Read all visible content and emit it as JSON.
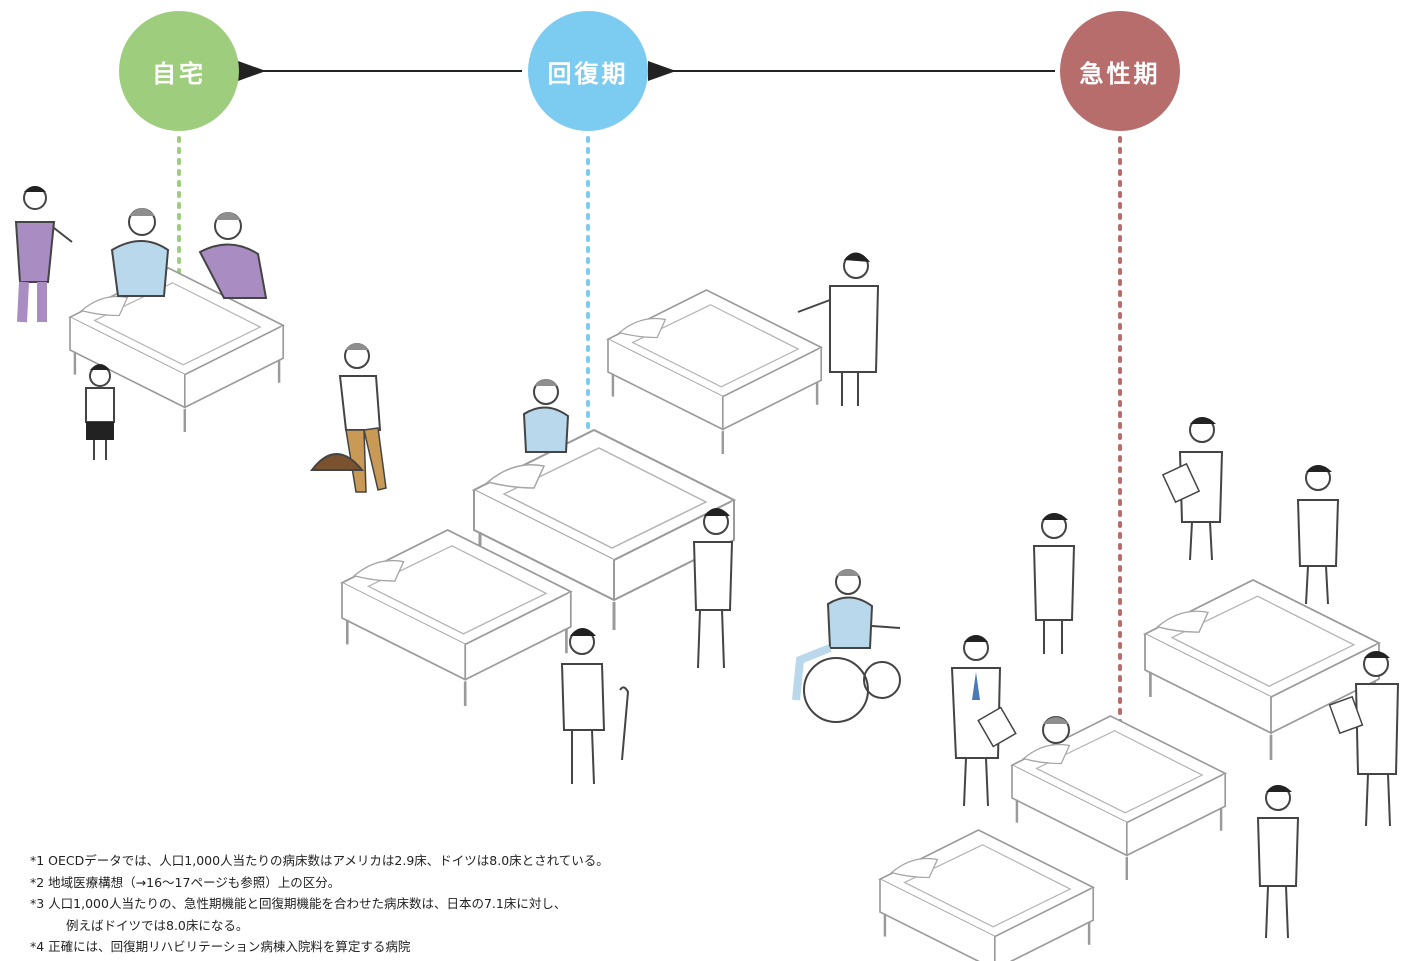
{
  "stages": [
    {
      "id": "home",
      "label": "自宅",
      "color": "#9dcd7d"
    },
    {
      "id": "recovery",
      "label": "回復期",
      "color": "#7ccbf0"
    },
    {
      "id": "acute",
      "label": "急性期",
      "color": "#b86d6d"
    }
  ],
  "colors": {
    "arrow": "#222222",
    "line_stroke": "#a0a0a0",
    "figure_stroke": "#444444",
    "patient_shirt": "#b9d8ec",
    "caregiver_purple": "#a88cc2",
    "hair_gray": "#8e8e8e",
    "hair_black": "#222222",
    "bag_brown": "#7a5230",
    "pants_tan": "#c89a55"
  },
  "illustrations": {
    "home_scene": "family-at-bedside-icon",
    "visitor": "visitor-with-bag-icon",
    "recovery_ward": "recovery-ward-icon",
    "wheelchair": "wheelchair-patient-icon",
    "acute_ward": "acute-ward-icon"
  },
  "footnotes": [
    "*1 OECDデータでは、人口1,000人当たりの病床数はアメリカは2.9床、ドイツは8.0床とされている。",
    "*2 地域医療構想（→16〜17ページも参照）上の区分。",
    "*3 人口1,000人当たりの、急性期機能と回復期機能を合わせた病床数は、日本の7.1床に対し、",
    "例えばドイツでは8.0床になる。",
    "*4 正確には、回復期リハビリテーション病棟入院料を算定する病院"
  ]
}
